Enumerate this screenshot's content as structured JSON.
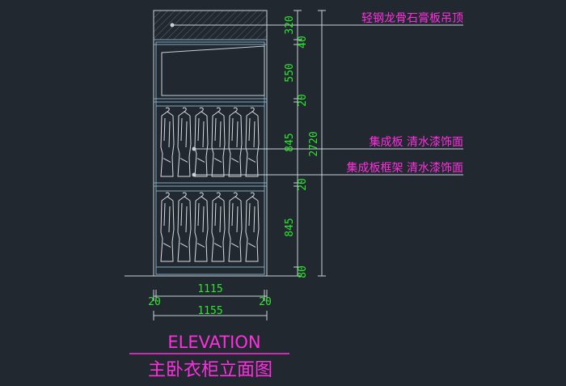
{
  "drawing": {
    "title_en": "ELEVATION",
    "title_cn": "主卧衣柜立面图"
  },
  "annotations": {
    "ceiling": "轻钢龙骨石膏板吊顶",
    "panel": "集成板  清水漆饰面",
    "frame": "集成板框架  清水漆饰面"
  },
  "dimensions": {
    "vertical": [
      "320",
      "40",
      "550",
      "20",
      "845",
      "20",
      "845",
      "80"
    ],
    "total_height": "2720",
    "inner_width": "1115",
    "side_left": "20",
    "side_right": "20",
    "total_width": "1155"
  },
  "colors": {
    "background": "#212830",
    "dimension_text": "#2fe42f",
    "annotation_text": "#ff2fe0",
    "outline": "#c8d0d8",
    "shelf_lines": "#7fa8c0",
    "garments": "#d8dde2"
  }
}
